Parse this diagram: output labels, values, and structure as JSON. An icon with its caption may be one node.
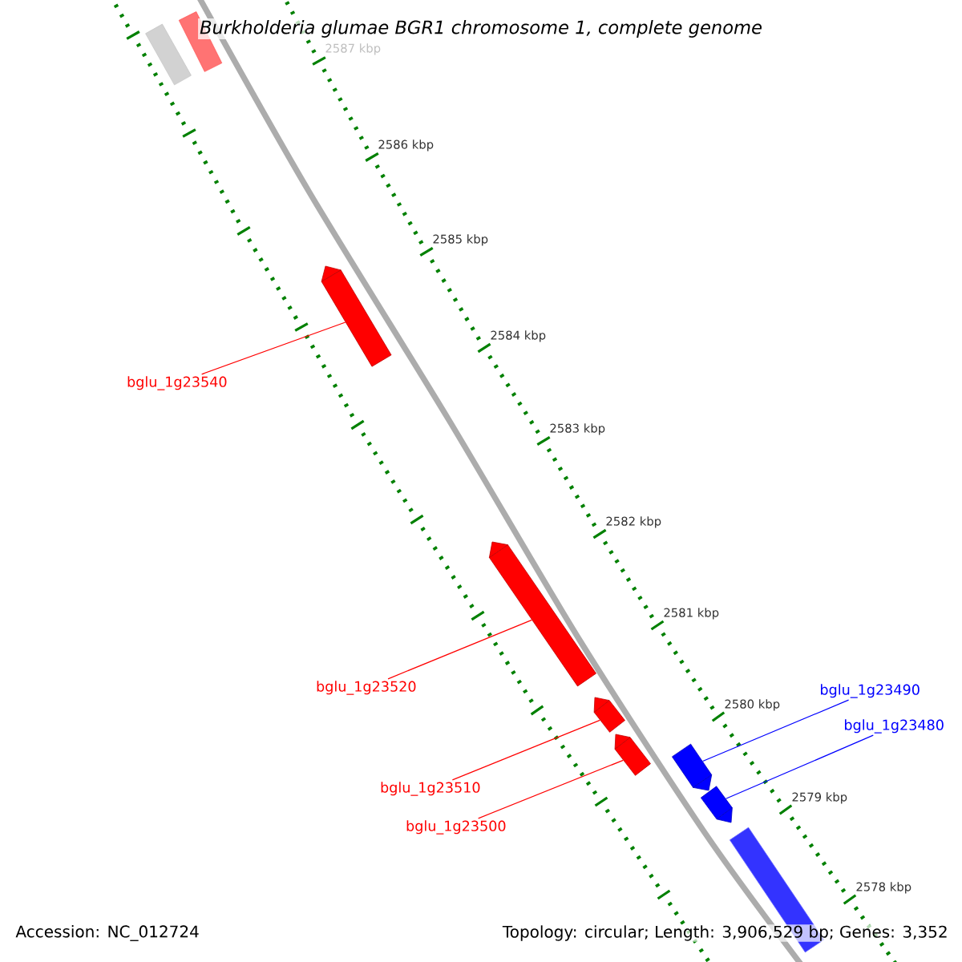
{
  "diagram": {
    "title": "Burkholderia glumae BGR1 chromosome 1, complete genome",
    "nodes": [
      {
        "text": [],
        "shape": "bar"
      },
      {
        "text": [],
        "shape": "bar"
      },
      {
        "text": [],
        "shape": "bar"
      },
      {
        "text": [
          "bglu_1g23540"
        ]
      },
      {
        "text": [],
        "shape": "bar"
      },
      {
        "text": [
          "bglu_1g23520"
        ]
      },
      {
        "text": [],
        "shape": "bar"
      },
      {
        "text": [],
        "shape": "bar"
      },
      {
        "text": [
          "bglu_1g23510"
        ]
      },
      {
        "text": [
          "bglu_1g23500"
        ]
      },
      {
        "text": [],
        "shape": "bar"
      },
      {
        "text": [
          "bglu_1g23490"
        ]
      },
      {
        "text": [],
        "shape": "bar"
      },
      {
        "text": [
          "bglu_1g23480"
        ]
      },
      {
        "text": [],
        "shape": "bar"
      }
    ],
    "edges": [
      {
        "from": 3,
        "to": 2,
        "arrow": "none"
      },
      {
        "from": 5,
        "to": 4,
        "arrow": "none"
      },
      {
        "from": 8,
        "to": 6,
        "arrow": "none"
      },
      {
        "from": 9,
        "to": 7,
        "arrow": "none"
      },
      {
        "from": 11,
        "to": 10,
        "arrow": "none",
        "color": "#0000ff"
      },
      {
        "from": 13,
        "to": 12,
        "arrow": "none",
        "color": "#0000ff"
      }
    ],
    "labels": [
      "2587 kbp",
      "2586 kbp",
      "2585 kbp",
      "2584 kbp",
      "2583 kbp",
      "2582 kbp",
      "2581 kbp",
      "2580 kbp",
      "2579 kbp",
      "2578 kbp",
      "Accession: NC_012724",
      "Topology: circular; Length: 3,906,529 bp; Genes: 3,352"
    ]
  }
}
